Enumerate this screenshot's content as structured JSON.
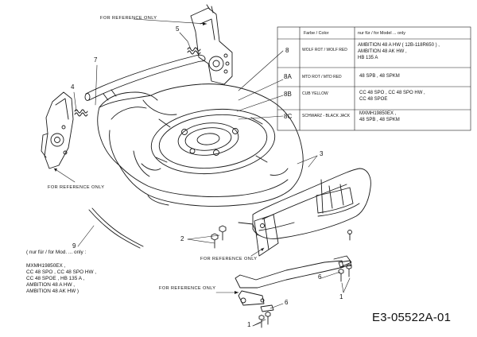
{
  "reference_labels": [
    "FOR REFERENCE ONLY",
    "FOR REFERENCE ONLY",
    "FOR REFERENCE ONLY",
    "FOR REFERENCE ONLY"
  ],
  "callouts": {
    "c1a": "1",
    "c1b": "1",
    "c2": "2",
    "c3": "3",
    "c4": "4",
    "c5": "5",
    "c6a": "6",
    "c6b": "6",
    "c7": "7",
    "c9": "9"
  },
  "legend": {
    "header_color": "Farbe / Color",
    "header_model": "nur für / for  Model  ...  only",
    "rows": [
      {
        "id": "8",
        "color": "WOLF ROT / WOLF RED",
        "models": [
          "AMBITION 48 A HW  ( 12B-118R650 ) ,",
          "AMBITION 48 AK HW ,",
          "HB 135 A"
        ]
      },
      {
        "id": "8A",
        "color": "MTD ROT / MTD RED",
        "models": [
          "48 SPB ,  48 SPKM"
        ]
      },
      {
        "id": "8B",
        "color": "CUB YELLOW",
        "models": [
          "CC 48 SPO ,  CC 48 SPO HW ,",
          "CC 48 SPOE"
        ]
      },
      {
        "id": "8C",
        "color": "SCHWARZ - BLACK JACK",
        "models": [
          "MXMH19850EX ,",
          "48 SPB ,  48 SPKM"
        ]
      }
    ]
  },
  "note": {
    "heading": "( nur für / for  Mod.  ...  only :",
    "lines": [
      "MXMH19850EX ,",
      "CC 48 SPO ,  CC 48 SPO HW ,",
      "CC 48 SPOE ,  HB 135 A ,",
      "AMBITION 48 A HW ,",
      "AMBITION 48 AK HW  )"
    ]
  },
  "document_id": "E3-05522A-01"
}
